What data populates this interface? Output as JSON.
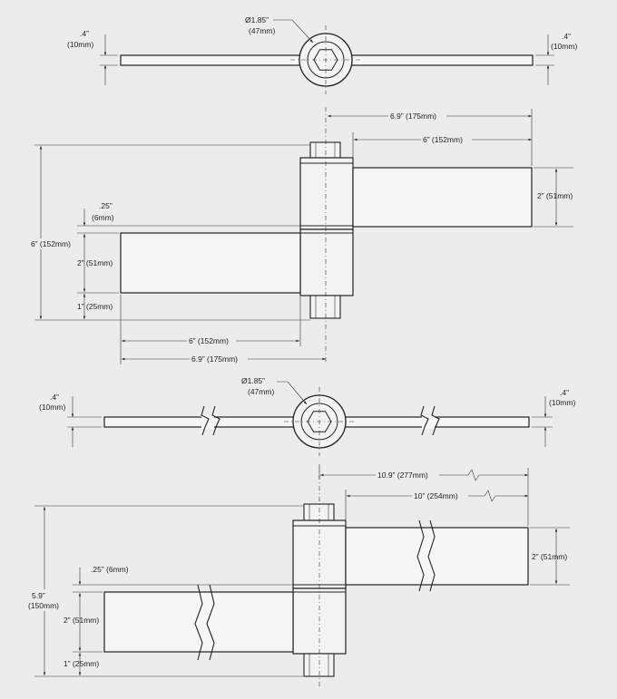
{
  "view1": {
    "diameter_in": "Ø1.85”",
    "diameter_mm": "(47mm)",
    "left_thick_in": ".4”",
    "left_thick_mm": "(10mm)",
    "right_thick_in": ".4”",
    "right_thick_mm": "(10mm)"
  },
  "view2": {
    "total_width": "6.9” (175mm)",
    "leaf_width": "6” (152mm)",
    "leaf_height": "2” (51mm)",
    "gap_in": ".25”",
    "gap_mm": "(6mm)",
    "overall_height": "6” (152mm)",
    "lower_leaf_height": "2” (51mm)",
    "bottom_offset": "1” (25mm)",
    "bottom_leaf_width": "6” (152mm)",
    "bottom_total_width": "6.9” (175mm)"
  },
  "view3": {
    "diameter_in": "Ø1.85”",
    "diameter_mm": "(47mm)",
    "left_thick_in": ".4”",
    "left_thick_mm": "(10mm)",
    "right_thick_in": ".4”",
    "right_thick_mm": "(10mm)"
  },
  "view4": {
    "total_width": "10.9” (277mm)",
    "leaf_width": "10” (254mm)",
    "leaf_height": "2” (51mm)",
    "gap": ".25” (6mm)",
    "overall_height_in": "5.9”",
    "overall_height_mm": "(150mm)",
    "lower_leaf_height": "2” (51mm)",
    "bottom_offset": "1” (25mm)"
  }
}
